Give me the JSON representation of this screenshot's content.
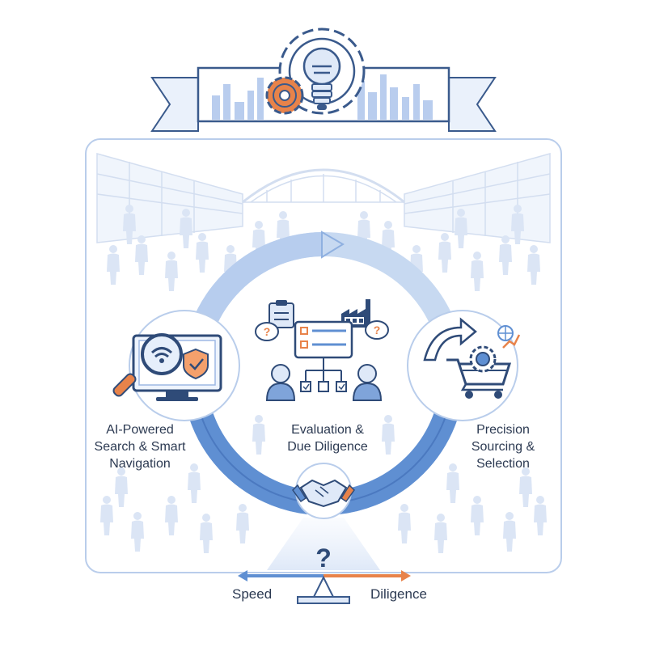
{
  "stages": [
    {
      "lines": [
        "AI-Powered",
        "Search & Smart",
        "Navigation"
      ],
      "icon": "search-monitor-icon"
    },
    {
      "lines": [
        "Evaluation &",
        "Due Diligence"
      ],
      "icon": "evaluation-checklist-icon"
    },
    {
      "lines": [
        "Precision",
        "Sourcing &",
        "Selection"
      ],
      "icon": "shopping-cart-gear-icon"
    }
  ],
  "center_icon": "handshake-icon",
  "banner_icon": "gear-lightbulb-icon",
  "balance": {
    "left": "Speed",
    "right": "Diligence",
    "symbol": "?"
  },
  "colors": {
    "accent_blue": "#5f8fd2",
    "light_blue": "#c7d9f1",
    "accent_orange": "#e8834a",
    "line": "#3a5a8c"
  }
}
